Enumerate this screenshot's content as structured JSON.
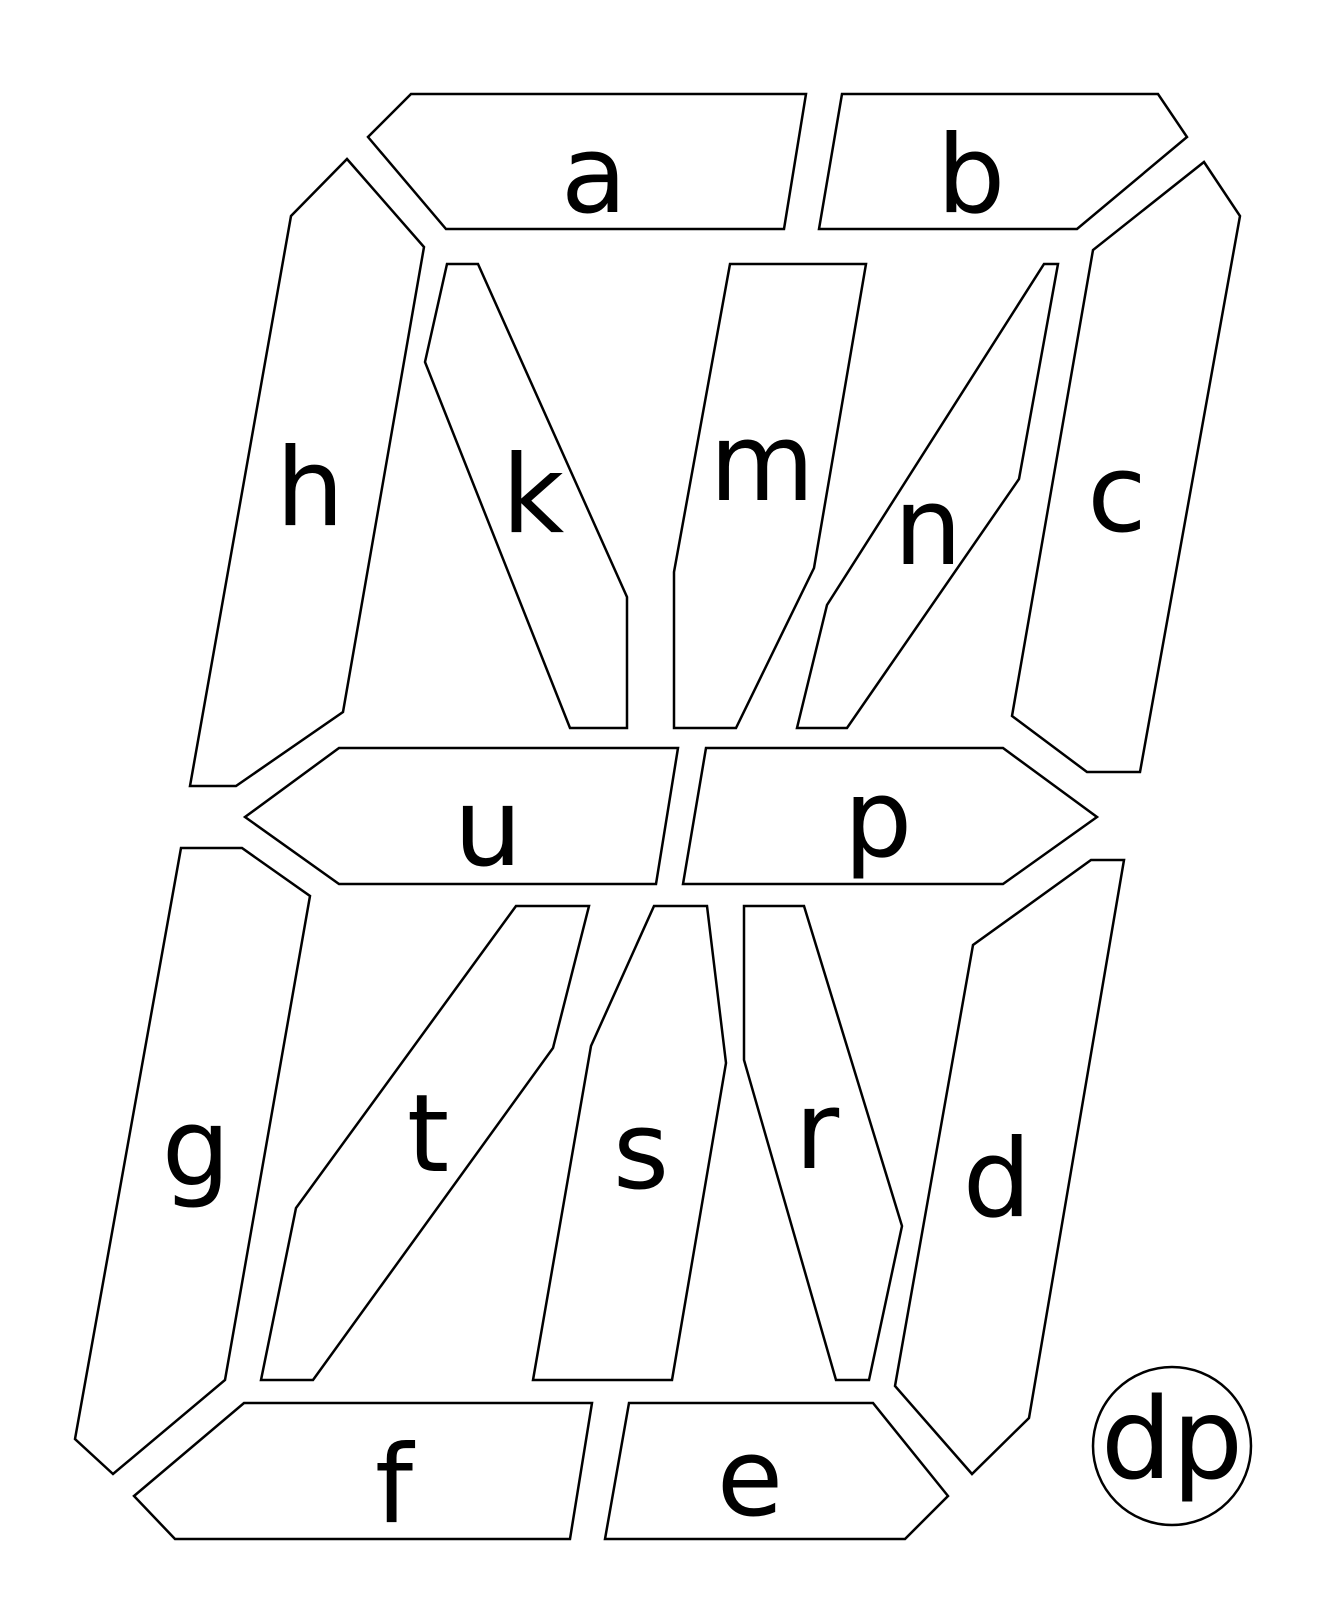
{
  "segments": {
    "a": "a",
    "b": "b",
    "c": "c",
    "d": "d",
    "e": "e",
    "f": "f",
    "g": "g",
    "h": "h",
    "k": "k",
    "m": "m",
    "n": "n",
    "p": "p",
    "r": "r",
    "s": "s",
    "t": "t",
    "u": "u",
    "dp": "dp"
  },
  "colors": {
    "background": "#ffffff",
    "outline": "#000000",
    "text": "#000000"
  }
}
